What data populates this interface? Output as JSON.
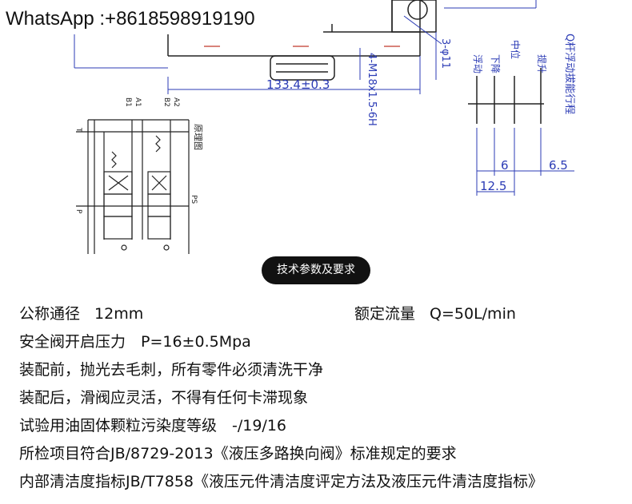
{
  "watermark": "WhatsApp :+8618598919190",
  "drawing": {
    "dim_length": "133.4±0.3",
    "thread_spec": "4-M18x1.5-6H",
    "hole_spec": "3-φ11",
    "float_stroke_title": "Q杆浮动拔能行程",
    "pos_lift": "提升",
    "pos_center": "中位",
    "pos_lower": "下降",
    "pos_float": "浮动",
    "dim_6": "6",
    "dim_6_5": "6.5",
    "dim_12_5": "12.5",
    "schematic_title": "原理图",
    "port_t": "T",
    "port_p": "P",
    "port_ps": "PS",
    "port_b1": "B1",
    "port_a1": "A1",
    "port_b2": "B2",
    "port_a2": "A2"
  },
  "section_badge": "技术参数及要求",
  "specs": {
    "nominal_label": "公称通径",
    "nominal_value": "12mm",
    "flow_label": "额定流量",
    "flow_value": "Q=50L/min",
    "line2": "安全阀开启压力　P=16±0.5Mpa",
    "line3": "装配前，抛光去毛刺，所有零件必须清洗干净",
    "line4": "装配后，滑阀应灵活，不得有任何卡滞现象",
    "line5": "试验用油固体颗粒污染度等级　-/19/16",
    "line6": "所检项目符合JB/8729-2013《液压多路换向阀》标准规定的要求",
    "line7": "内部清洁度指标JB/T7858《液压元件清洁度评定方法及液压元件清洁度指标》"
  }
}
